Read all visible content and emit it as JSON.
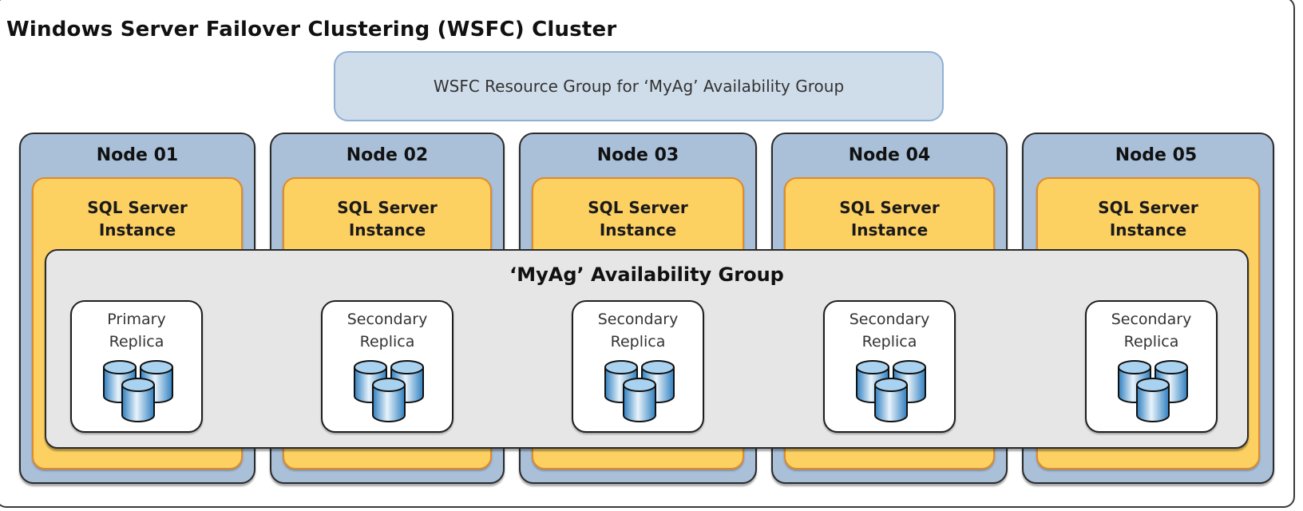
{
  "diagram": {
    "title": "Windows Server Failover Clustering (WSFC) Cluster",
    "resource_group": {
      "label": "WSFC Resource Group for ‘MyAg’ Availability Group"
    },
    "nodes": [
      {
        "label": "Node 01",
        "instance": [
          "SQL Server",
          "Instance"
        ],
        "replica": [
          "Primary",
          "Replica"
        ],
        "role": "primary"
      },
      {
        "label": "Node 02",
        "instance": [
          "SQL Server",
          "Instance"
        ],
        "replica": [
          "Secondary",
          "Replica"
        ],
        "role": "secondary"
      },
      {
        "label": "Node 03",
        "instance": [
          "SQL Server",
          "Instance"
        ],
        "replica": [
          "Secondary",
          "Replica"
        ],
        "role": "secondary"
      },
      {
        "label": "Node 04",
        "instance": [
          "SQL Server",
          "Instance"
        ],
        "replica": [
          "Secondary",
          "Replica"
        ],
        "role": "secondary"
      },
      {
        "label": "Node 05",
        "instance": [
          "SQL Server",
          "Instance"
        ],
        "replica": [
          "Secondary",
          "Replica"
        ],
        "role": "secondary"
      }
    ],
    "availability_group": {
      "label": "‘MyAg’ Availability Group"
    },
    "replica_icon": "database-stack-icon",
    "colors": {
      "node_fill": "#a9c0d8",
      "instance_fill": "#fdd062",
      "instance_border": "#e08a2a",
      "availability_group_fill": "#e6e6e6",
      "resource_group_fill": "#cfdcea",
      "database_blue": "#2f7fbf"
    }
  }
}
